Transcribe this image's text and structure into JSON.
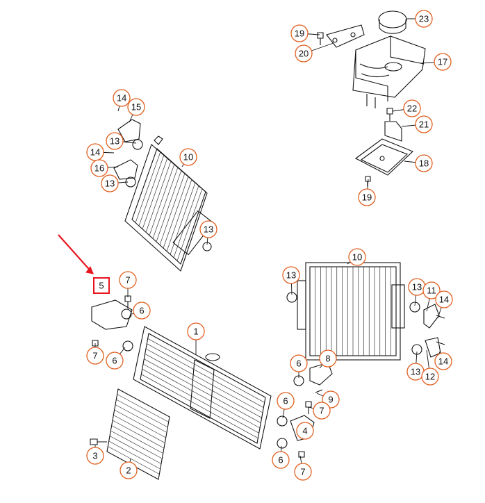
{
  "diagram": {
    "highlight": {
      "label": "5",
      "color": "#e8141e"
    },
    "accent_color": "#e06020",
    "callouts": [
      "23",
      "19",
      "20",
      "17",
      "22",
      "21",
      "18",
      "19",
      "14",
      "15",
      "13",
      "14",
      "16",
      "13",
      "10",
      "13",
      "7",
      "6",
      "1",
      "7",
      "6",
      "13",
      "10",
      "13",
      "11",
      "14",
      "13",
      "12",
      "14",
      "6",
      "8",
      "9",
      "6",
      "7",
      "4",
      "6",
      "7",
      "3",
      "2"
    ]
  }
}
